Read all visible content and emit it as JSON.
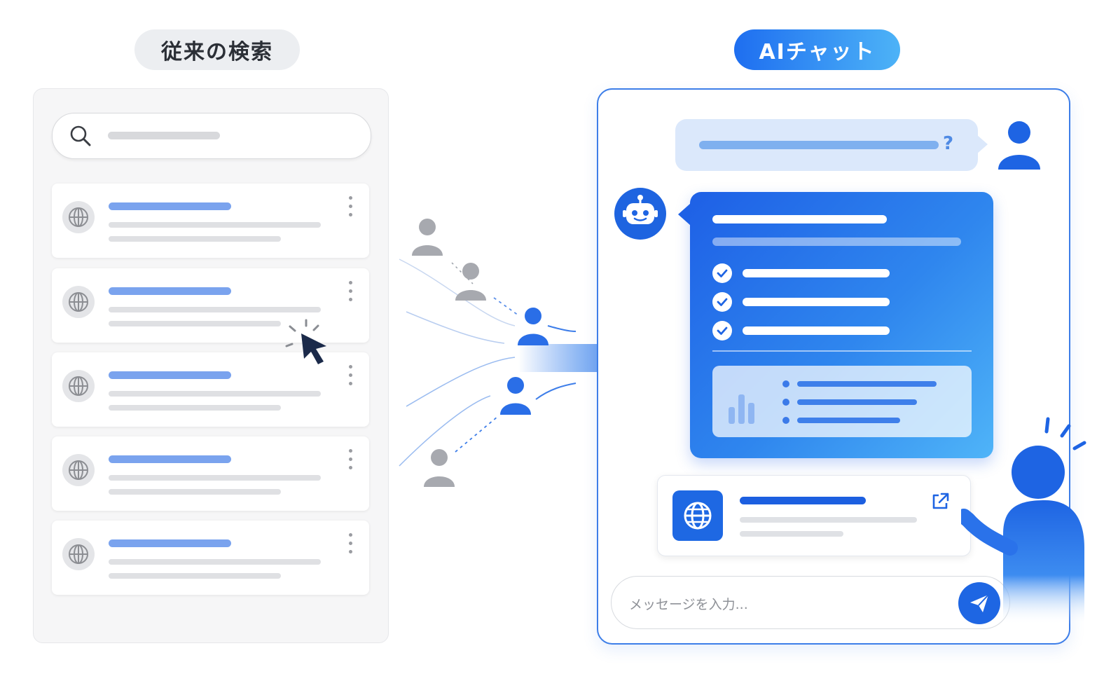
{
  "headers": {
    "left_label": "従来の検索",
    "right_label": "AIチャット"
  },
  "left_panel": {
    "result_count": 5
  },
  "chat": {
    "user_question_mark": "?",
    "input_placeholder": "メッセージを入力..."
  },
  "colors": {
    "primary_blue": "#1e66e3",
    "light_blue": "#4db3f7",
    "gray_pill": "#eceef1",
    "person_gray": "#a7a9af"
  },
  "icons": [
    "search-icon",
    "globe-icon",
    "more-vertical-icon",
    "cursor-icon",
    "user-icon",
    "robot-icon",
    "check-icon",
    "bar-chart-icon",
    "external-link-icon",
    "send-icon",
    "arrow-right-icon"
  ]
}
